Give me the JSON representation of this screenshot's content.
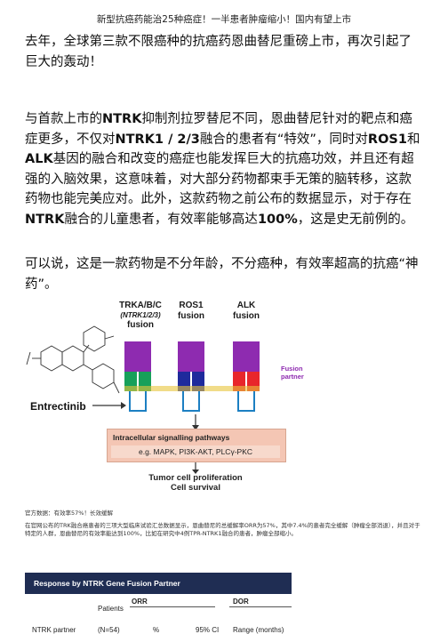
{
  "doc_title": "新型抗癌药能治25种癌症！一半患者肿瘤缩小！国内有望上市",
  "paragraphs": {
    "p1": "去年，全球第三款不限癌种的抗癌药恩曲替尼重磅上市，再次引起了巨大的轰动！",
    "p2": [
      {
        "t": "与首款上市的",
        "b": false
      },
      {
        "t": "NTRK",
        "b": true
      },
      {
        "t": "抑制剂拉罗替尼不同，恩曲替尼针对的靶点和癌症更多，不仅对",
        "b": false
      },
      {
        "t": "NTRK1 / 2/3",
        "b": true
      },
      {
        "t": "融合的患者有“特效”，同时对",
        "b": false
      },
      {
        "t": "ROS1",
        "b": true
      },
      {
        "t": "和",
        "b": false
      },
      {
        "t": "ALK",
        "b": true
      },
      {
        "t": "基因的融合和改变的癌症也能发挥巨大的抗癌功效，并且还有超强的入脑效果，这意味着，对大部分药物都束手无策的脑转移，这款药物也能完美应对。此外，这款药物之前公布的数据显示，对于存在",
        "b": false
      },
      {
        "t": "NTRK",
        "b": true
      },
      {
        "t": "融合的儿童患者，有效率能够高达",
        "b": false
      },
      {
        "t": "100%",
        "b": true
      },
      {
        "t": "，这是史无前例的。",
        "b": false
      }
    ],
    "p3": "可以说，这是一款药物是不分年龄，不分癌种，有效率超高的抗癌“神药”。"
  },
  "figure": {
    "fusion_labels": [
      {
        "name": "TRKA/B/C",
        "sub": "(NTRK1/2/3)",
        "tail": "fusion"
      },
      {
        "name": "ROS1",
        "sub": "",
        "tail": "fusion"
      },
      {
        "name": "ALK",
        "sub": "",
        "tail": "fusion"
      }
    ],
    "drug": "Entrectinib",
    "partner_label_1": "Fusion",
    "partner_label_2": "partner",
    "pathway_title": "Intracellular signalling pathways",
    "pathway_items": "e.g. MAPK, PI3K-AKT, PLCγ-PKC",
    "outcome_1": "Tumor cell proliferation",
    "outcome_2": "Cell survival",
    "colors": {
      "partner": "#8e2bb0",
      "trk_kinase": "#17a05a",
      "ros1": "#1f2a9c",
      "alk": "#e8262b",
      "connector": "#1c7fc2"
    }
  },
  "captions": {
    "c1": "官方数据：有效率57%！长效缓解",
    "c2": "在官网公布的TRK融合癌患者的三项大型临床试验汇总数据显示，恩曲替尼的总缓解率ORR为57%，其中7.4%的患者完全缓解（肿瘤全部消退），并且对于特定的人群，恩曲替尼的有效率能达到100%，比如在研究中4例TPR-NTRK1融合的患者，肿瘤全部缩小。"
  },
  "table": {
    "title": "Response by NTRK Gene Fusion Partner",
    "headers": {
      "orr": "ORR",
      "dor": "DOR",
      "patients": "Patients",
      "partner": "NTRK partner",
      "n": "(N=54)",
      "pct": "%",
      "ci": "95% CI",
      "range": "Range (months)"
    }
  }
}
